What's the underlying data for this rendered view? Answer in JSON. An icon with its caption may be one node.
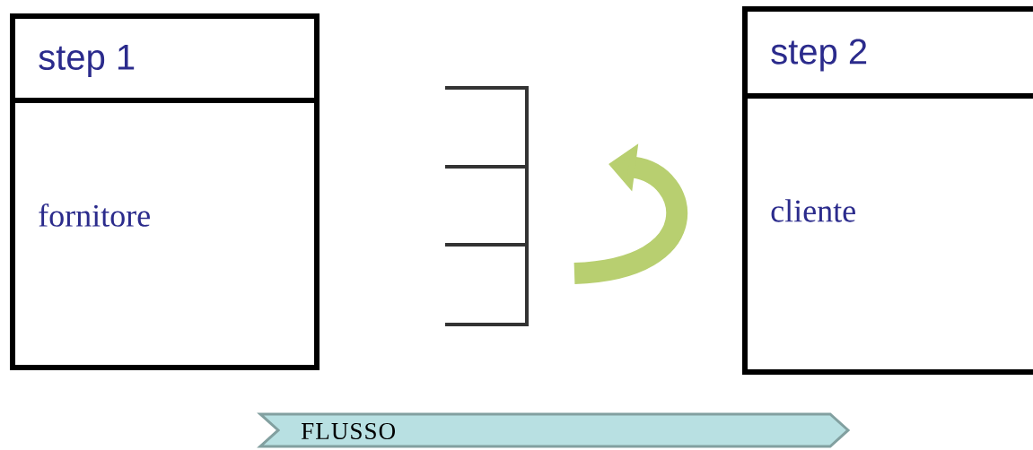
{
  "diagram": {
    "nodes": [
      {
        "text": [
          "step 1",
          "fornitore"
        ]
      },
      {
        "text": [
          "step 2",
          "cliente"
        ]
      },
      {
        "text": [
          "FLUSSO"
        ]
      }
    ]
  }
}
